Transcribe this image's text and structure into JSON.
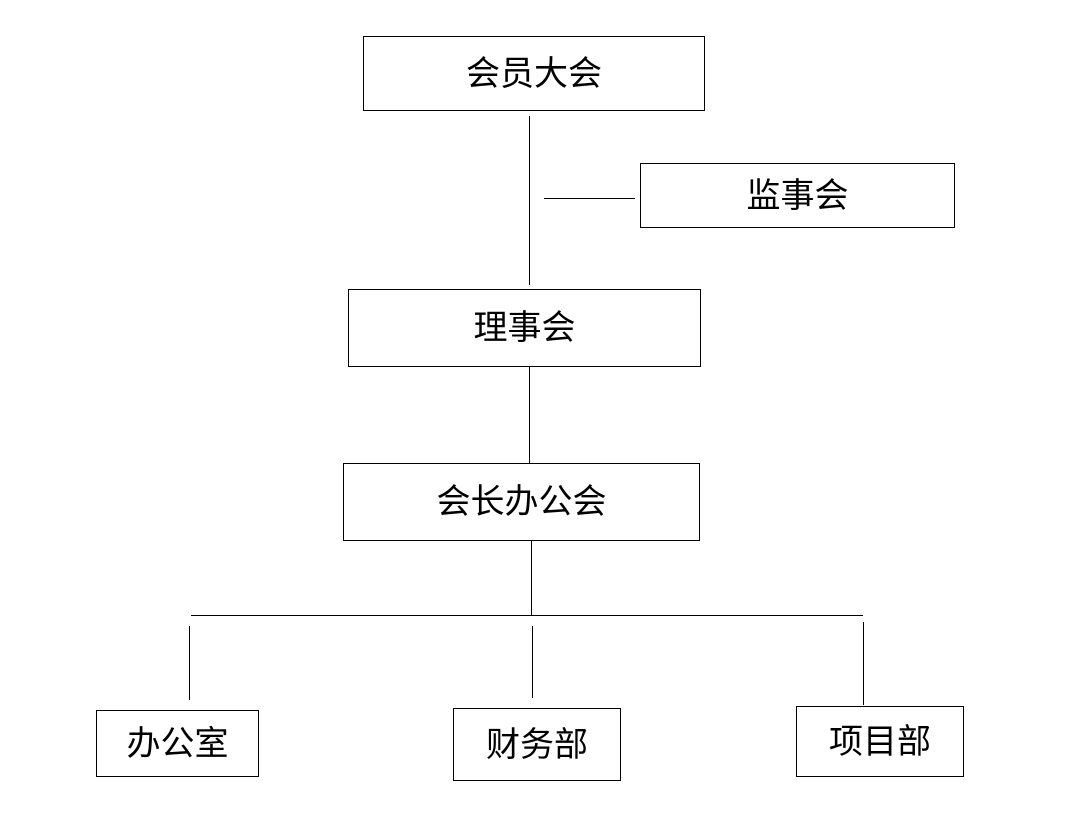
{
  "diagram": {
    "nodes": {
      "general_assembly": "会员大会",
      "supervisory_board": "监事会",
      "council": "理事会",
      "president_office_meeting": "会长办公会",
      "office": "办公室",
      "finance_department": "财务部",
      "project_department": "项目部"
    },
    "edges": [
      [
        "general_assembly",
        "council"
      ],
      [
        "general_assembly",
        "supervisory_board"
      ],
      [
        "council",
        "president_office_meeting"
      ],
      [
        "president_office_meeting",
        "office"
      ],
      [
        "president_office_meeting",
        "finance_department"
      ],
      [
        "president_office_meeting",
        "project_department"
      ]
    ],
    "colors": {
      "border": "#000000",
      "text": "#000000",
      "background": "#ffffff"
    }
  }
}
